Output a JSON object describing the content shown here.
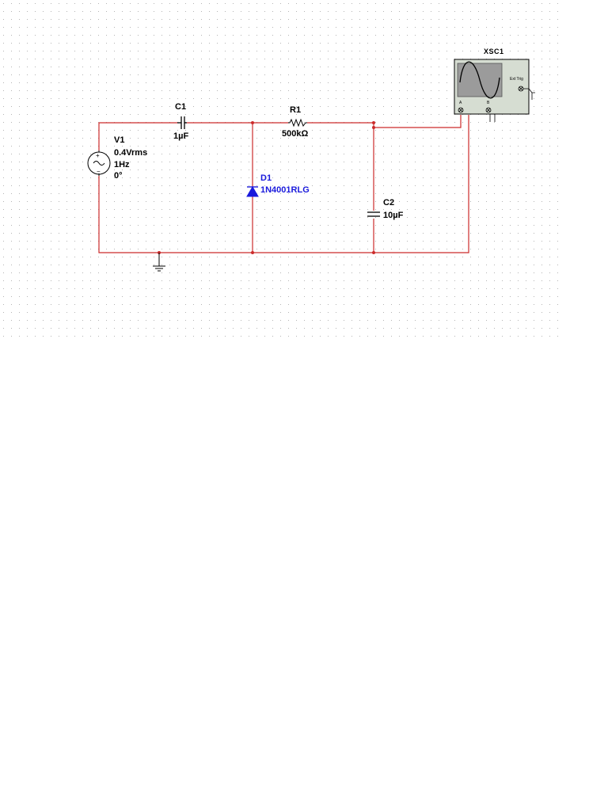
{
  "colors": {
    "wire": "#cc2b2b",
    "grid_dot": "#b4b4b4",
    "component_blue": "#1a1adc",
    "scope_body": "#d6ddd2",
    "scope_screen": "#9b9b9b"
  },
  "components": {
    "v1": {
      "ref": "V1",
      "amplitude": "0.4Vrms",
      "frequency": "1Hz",
      "phase": "0°"
    },
    "c1": {
      "ref": "C1",
      "value": "1µF"
    },
    "r1": {
      "ref": "R1",
      "value": "500kΩ"
    },
    "d1": {
      "ref": "D1",
      "model": "1N4001RLG"
    },
    "c2": {
      "ref": "C2",
      "value": "10µF"
    },
    "xsc1": {
      "ref": "XSC1",
      "ext_trig_label": "Ext Trig",
      "channel_a": "A",
      "channel_b": "B"
    }
  },
  "icons": {
    "ac_source": "ac-source-icon",
    "ground": "ground-icon",
    "capacitor": "capacitor-icon",
    "resistor": "resistor-icon",
    "diode": "diode-icon",
    "oscilloscope": "oscilloscope-icon"
  }
}
